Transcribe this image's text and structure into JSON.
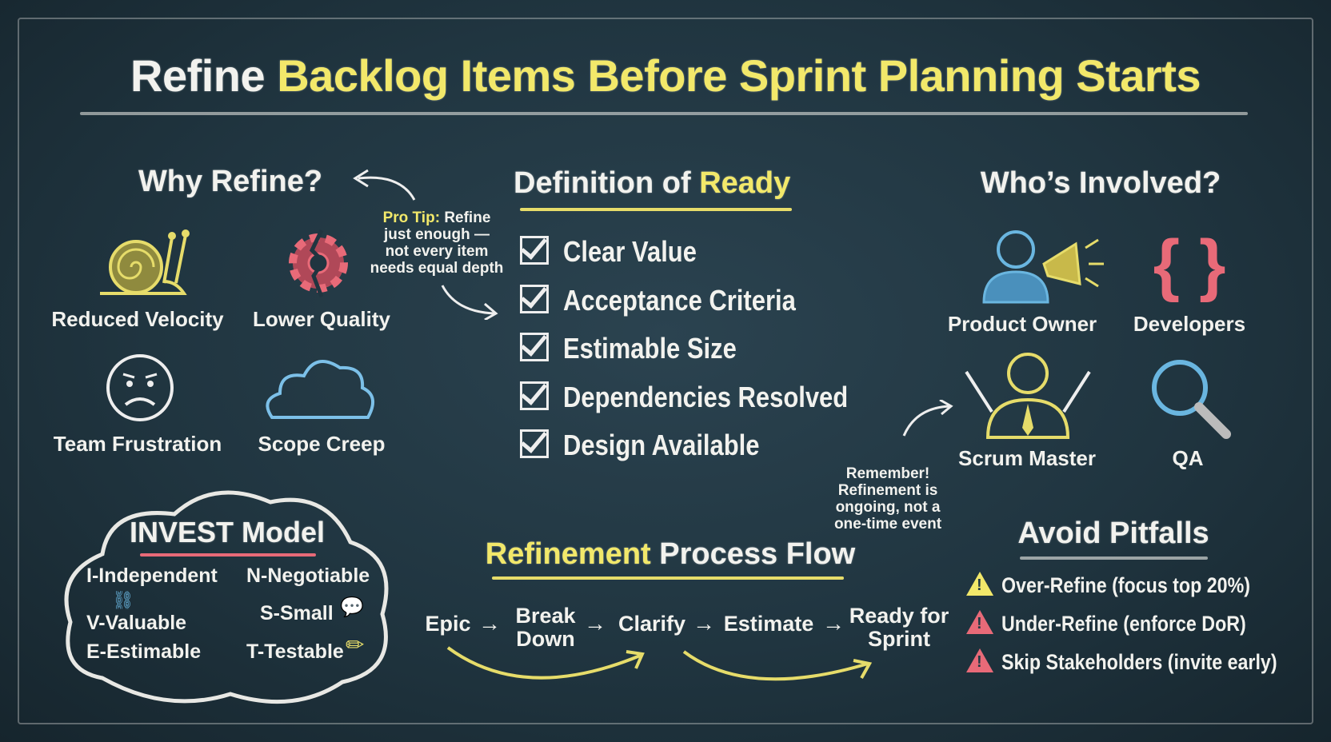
{
  "title": {
    "part1": "Refine",
    "part2": "Backlog Items Before Sprint Planning Starts"
  },
  "why": {
    "heading": "Why Refine?",
    "items": [
      {
        "label": "Reduced Velocity",
        "icon": "snail-icon"
      },
      {
        "label": "Lower Quality",
        "icon": "broken-gear-icon"
      },
      {
        "label": "Team Frustration",
        "icon": "sad-face-icon"
      },
      {
        "label": "Scope Creep",
        "icon": "cloud-icon"
      }
    ]
  },
  "pro_tip": {
    "prefix": "Pro Tip:",
    "text1": "Refine",
    "line2": "just enough —",
    "line3": "not every item",
    "line4": "needs equal depth"
  },
  "dor": {
    "heading1": "Definition of",
    "heading2": "Ready",
    "items": [
      "Clear Value",
      "Acceptance Criteria",
      "Estimable Size",
      "Dependencies Resolved",
      "Design Available"
    ]
  },
  "remember": {
    "lines": [
      "Remember!",
      "Refinement is",
      "ongoing, not a",
      "one-time event"
    ]
  },
  "who": {
    "heading": "Who’s Involved?",
    "roles": [
      {
        "label": "Product Owner",
        "icon": "person-megaphone-icon"
      },
      {
        "label": "Developers",
        "icon": "curly-braces-icon"
      },
      {
        "label": "Scrum Master",
        "icon": "scrum-master-icon"
      },
      {
        "label": "QA",
        "icon": "magnifier-icon"
      }
    ]
  },
  "invest": {
    "heading": "INVEST Model",
    "items": [
      "I-Independent",
      "N-Negotiable",
      "V-Valuable",
      "S-Small",
      "E-Estimable",
      "T-Testable"
    ]
  },
  "flow": {
    "heading1": "Refinement",
    "heading2": "Process Flow",
    "steps": [
      "Epic",
      "Break\nDown",
      "Clarify",
      "Estimate",
      "Ready for\nSprint"
    ]
  },
  "pitfalls": {
    "heading": "Avoid Pitfalls",
    "items": [
      {
        "text": "Over-Refine (focus top 20%)",
        "color": "#f2e86a"
      },
      {
        "text": "Under-Refine (enforce DoR)",
        "color": "#e86a78"
      },
      {
        "text": "Skip Stakeholders (invite early)",
        "color": "#e86a78"
      }
    ]
  },
  "colors": {
    "board": "#203540",
    "chalk_yellow": "#f2e86a",
    "chalk_pink": "#e86a78",
    "chalk_blue": "#6ab6e0"
  }
}
